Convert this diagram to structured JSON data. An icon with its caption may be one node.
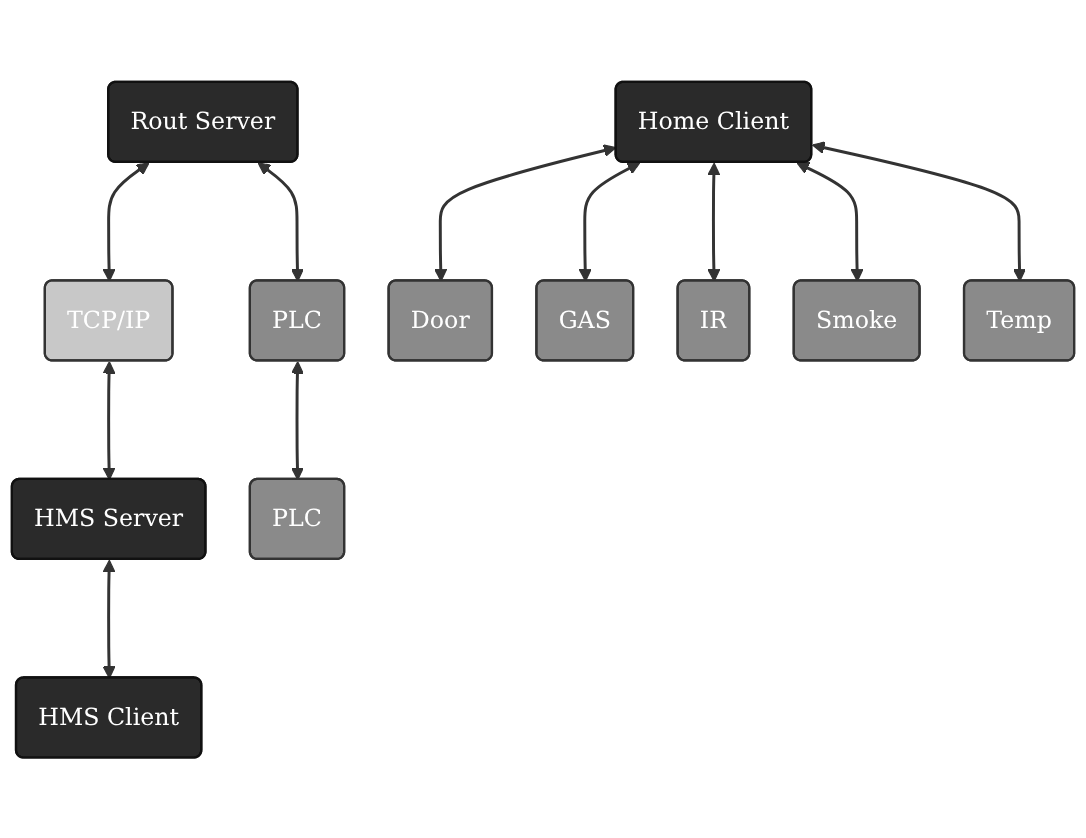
{
  "diagram": {
    "nodes": [
      {
        "text": [
          "Rout  Server"
        ]
      },
      {
        "text": [
          "TCP/IP"
        ]
      },
      {
        "text": [
          "HMS Server"
        ]
      },
      {
        "text": [
          "HMS Client"
        ]
      },
      {
        "text": [
          "PLC"
        ]
      },
      {
        "text": [
          "PLC"
        ]
      },
      {
        "text": [
          "Home Client"
        ]
      },
      {
        "text": [
          "Door"
        ]
      },
      {
        "text": [
          "GAS"
        ]
      },
      {
        "text": [
          "IR"
        ]
      },
      {
        "text": [
          "Smoke"
        ]
      },
      {
        "text": [
          "Temp"
        ]
      }
    ],
    "edges": [
      {
        "from": 0,
        "to": 1,
        "arrow": "both"
      },
      {
        "from": 1,
        "to": 2,
        "arrow": "both"
      },
      {
        "from": 2,
        "to": 3,
        "arrow": "both"
      },
      {
        "from": 0,
        "to": 4,
        "arrow": "both"
      },
      {
        "from": 4,
        "to": 5,
        "arrow": "both"
      },
      {
        "from": 6,
        "to": 7,
        "arrow": "both"
      },
      {
        "from": 6,
        "to": 8,
        "arrow": "both"
      },
      {
        "from": 6,
        "to": 9,
        "arrow": "both"
      },
      {
        "from": 6,
        "to": 10,
        "arrow": "both"
      },
      {
        "from": 6,
        "to": 11,
        "arrow": "both"
      }
    ]
  }
}
